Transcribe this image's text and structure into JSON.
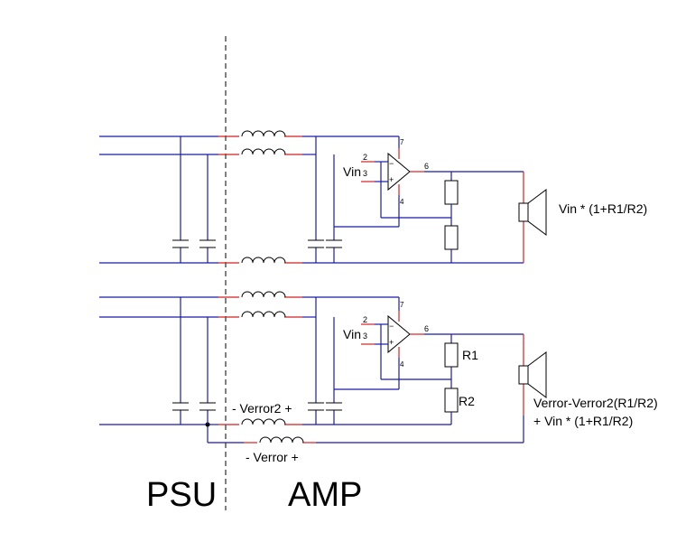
{
  "labels": {
    "psu": "PSU",
    "amp": "AMP",
    "vin_top": "Vin",
    "vin_bottom": "Vin",
    "output_top": "Vin * (1+R1/R2)",
    "output_bottom_line1": "Verror-Verror2(R1/R2)",
    "output_bottom_line2": "+ Vin * (1+R1/R2)",
    "r1": "R1",
    "r2": "R2",
    "verror2": "- Verror2 +",
    "verror": "- Verror +"
  },
  "pins": {
    "top": {
      "inv": "2",
      "noninv": "3",
      "out": "6",
      "vplus": "7",
      "vminus": "4"
    },
    "bottom": {
      "inv": "2",
      "noninv": "3",
      "out": "6",
      "vplus": "7",
      "vminus": "4"
    }
  },
  "colors": {
    "wire": "#1a1aa6",
    "lead": "#d42020",
    "component": "#000000"
  }
}
